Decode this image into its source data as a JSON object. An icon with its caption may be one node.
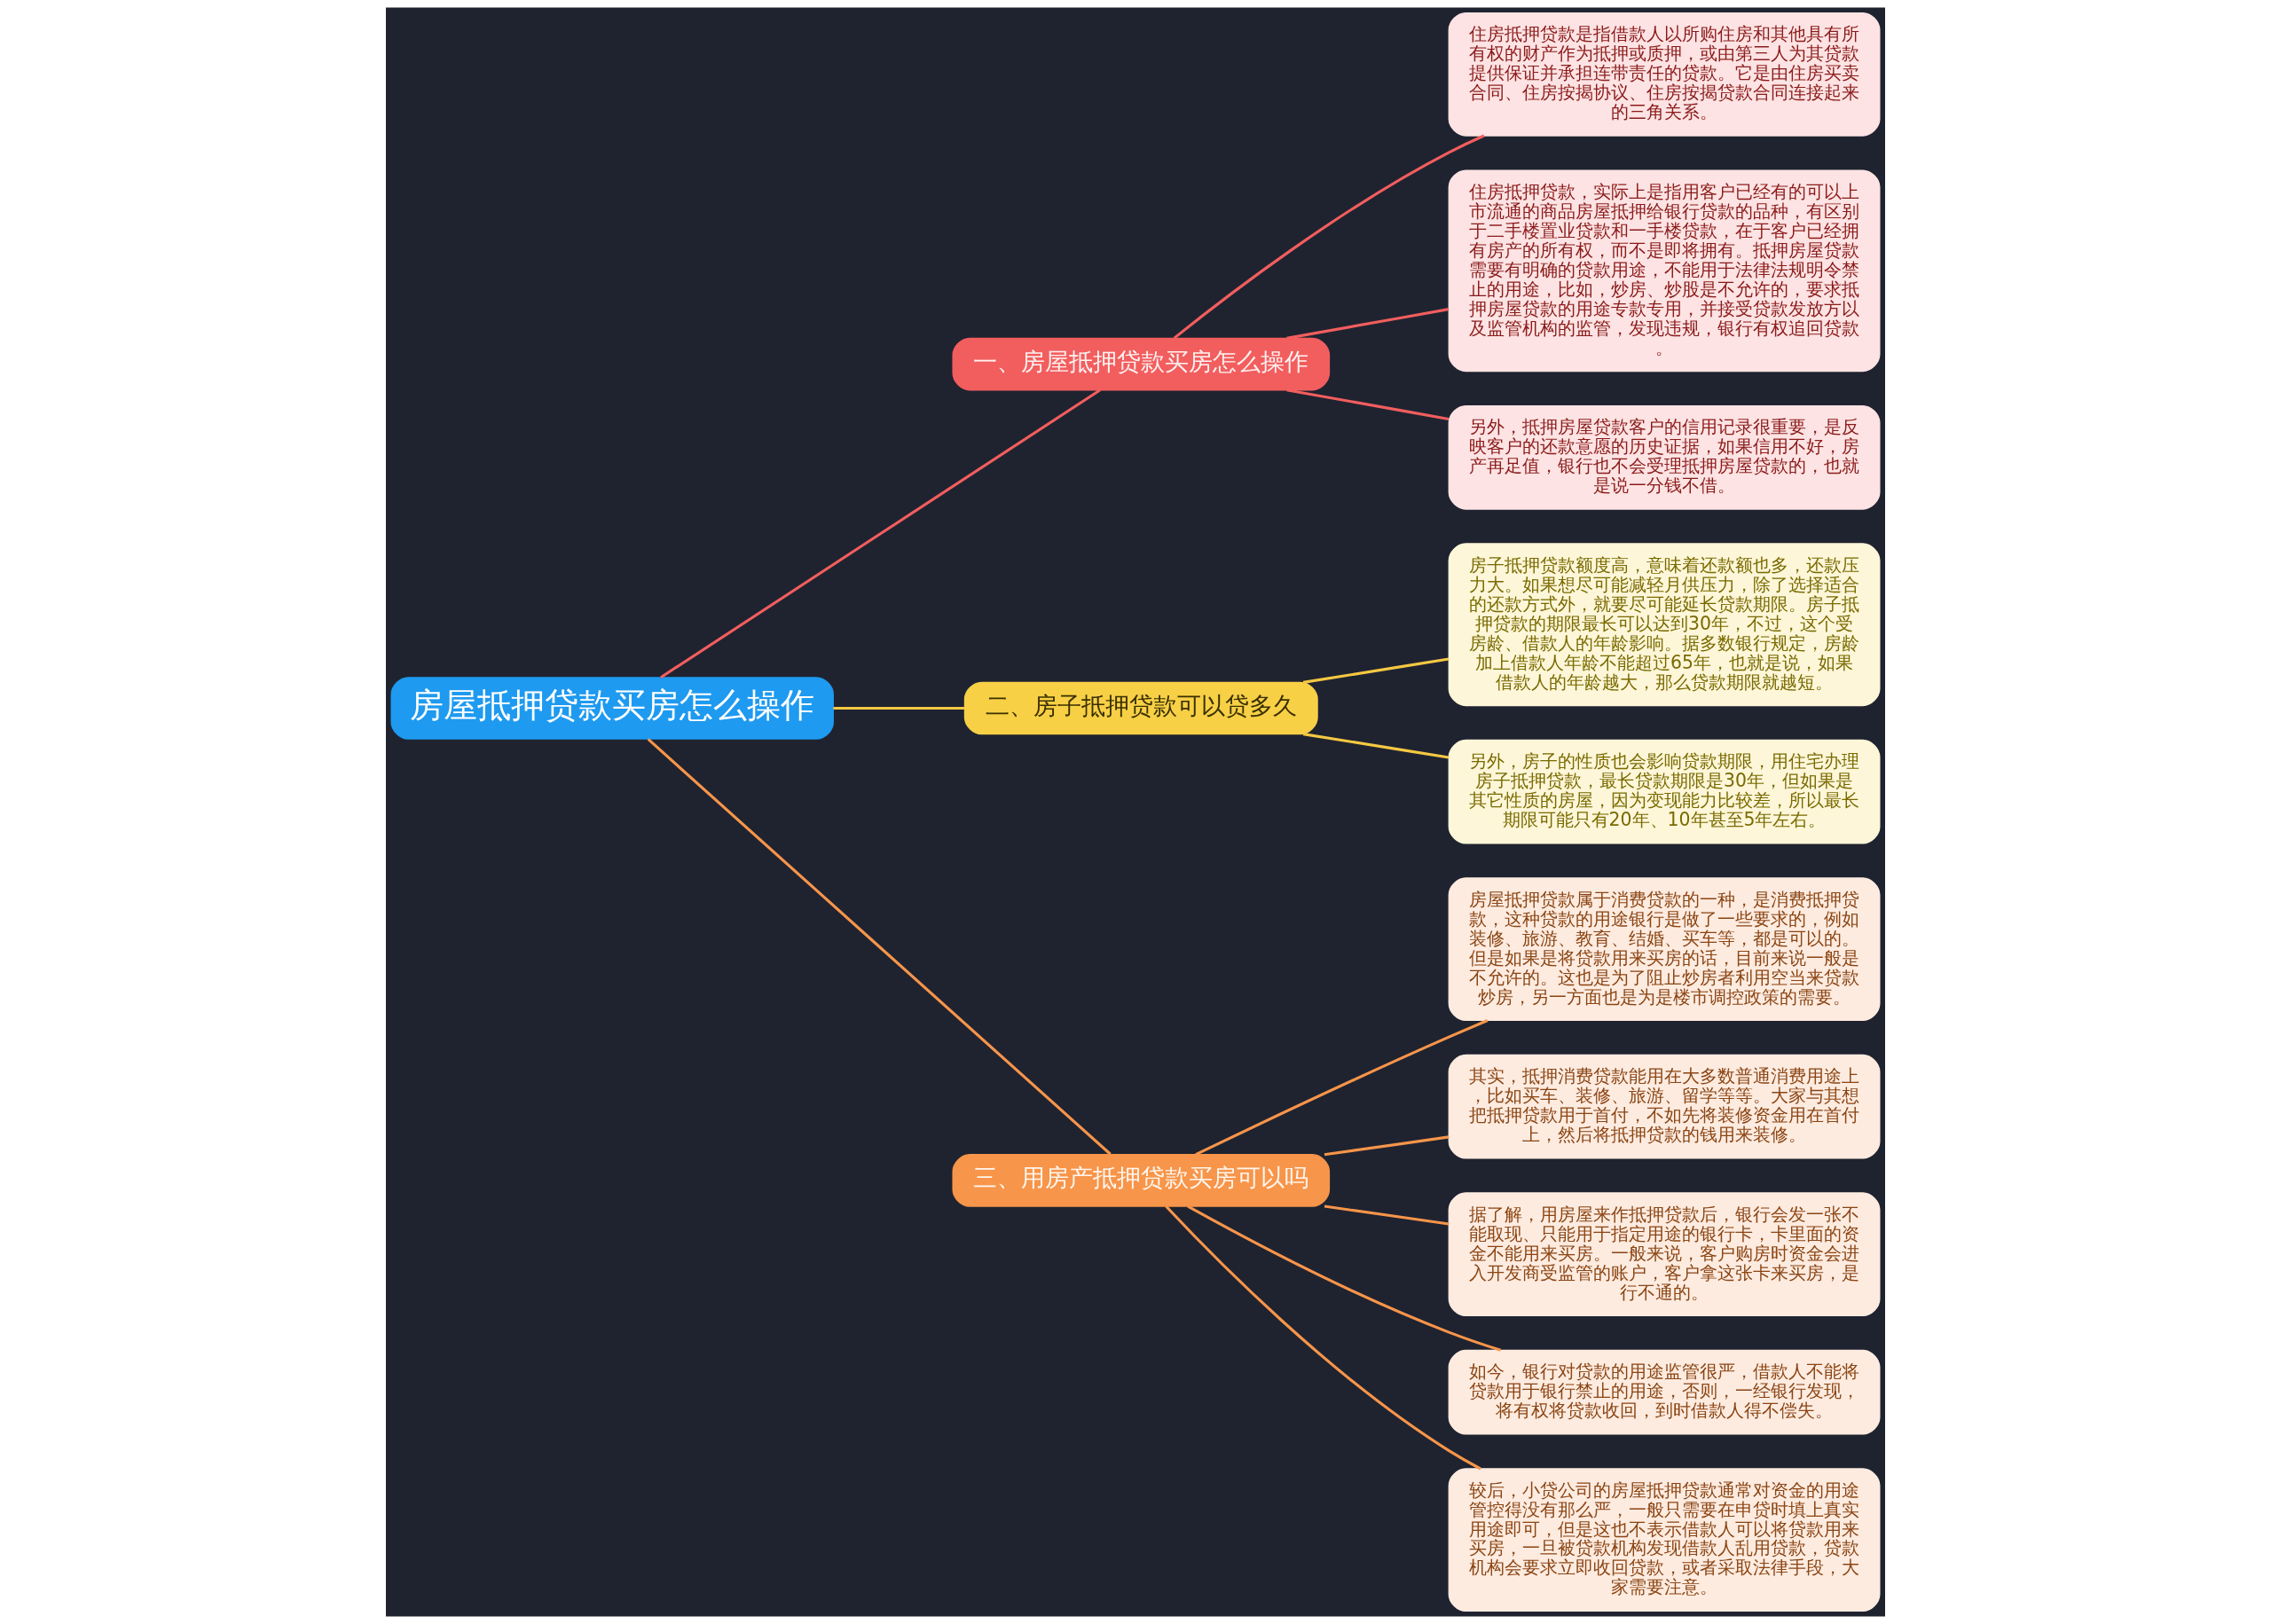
{
  "diagram": {
    "nodes": [
      {
        "text": [
          "房屋抵押贷款买房怎么操作"
        ]
      },
      {
        "text": [
          "一、房屋抵押贷款买房怎么操作"
        ]
      },
      {
        "text": [
          "住房抵押贷款是指借款人以所购住房和其他具有所有权的财产作为抵押或质押，或由第三人为其贷款提供保证并承担连带责任的贷款。它是由住房买卖合同、住房按揭协议、住房按揭贷款合同连接起来的三角关系。"
        ]
      },
      {
        "text": [
          "住房抵押贷款，实际上是指用客户已经有的可以上市流通的商品房屋抵押给银行贷款的品种，有区别于二手楼置业贷款和一手楼贷款，在于客户已经拥有房产的所有权，而不是即将拥有。抵押房屋贷款需要有明确的贷款用途，不能用于法律法规明令禁止的用途，比如，炒房、炒股是不允许的，要求抵押房屋贷款的用途专款专用，并接受贷款发放方以及监管机构的监管，发现违规，银行有权追回贷款。"
        ]
      },
      {
        "text": [
          "另外，抵押房屋贷款客户的信用记录很重要，是反映客户的还款意愿的历史证据，如果信用不好，房产再足值，银行也不会受理抵押房屋贷款的，也就是说一分钱不借。"
        ]
      },
      {
        "text": [
          "二、房子抵押贷款可以贷多久"
        ]
      },
      {
        "text": [
          "房子抵押贷款额度高，意味着还款额也多，还款压力大。如果想尽可能减轻月供压力，除了选择适合的还款方式外，就要尽可能延长贷款期限。房子抵押贷款的期限最长可以达到30年，不过，这个受房龄、借款人的年龄影响。据多数银行规定，房龄加上借款人年龄不能超过65年，也就是说，如果借款人的年龄越大，那么贷款期限就越短。"
        ]
      },
      {
        "text": [
          "另外，房子的性质也会影响贷款期限，用住宅办理房子抵押贷款，最长贷款期限是30年，但如果是其它性质的房屋，因为变现能力比较差，所以最长期限可能只有20年、10年甚至5年左右。"
        ]
      },
      {
        "text": [
          "三、用房产抵押贷款买房可以吗"
        ]
      },
      {
        "text": [
          "房屋抵押贷款属于消费贷款的一种，是消费抵押贷款，这种贷款的用途银行是做了一些要求的，例如装修、旅游、教育、结婚、买车等，都是可以的。但是如果是将贷款用来买房的话，目前来说一般是不允许的。这也是为了阻止炒房者利用空当来贷款炒房，另一方面也是为是楼市调控政策的需要。"
        ]
      },
      {
        "text": [
          "其实，抵押消费贷款能用在大多数普通消费用途上，比如买车、装修、旅游、留学等等。大家与其想把抵押贷款用于首付，不如先将装修资金用在首付上，然后将抵押贷款的钱用来装修。"
        ]
      },
      {
        "text": [
          "据了解，用房屋来作抵押贷款后，银行会发一张不能取现、只能用于指定用途的银行卡，卡里面的资金不能用来买房。一般来说，客户购房时资金会进入开发商受监管的账户，客户拿这张卡来买房，是行不通的。"
        ]
      },
      {
        "text": [
          "如今，银行对贷款的用途监管很严，借款人不能将贷款用于银行禁止的用途，否则，一经银行发现，将有权将贷款收回，到时借款人得不偿失。"
        ]
      },
      {
        "text": [
          "较后，小贷公司的房屋抵押贷款通常对资金的用途管控得没有那么严，一般只需要在申贷时填上真实用途即可，但是这也不表示借款人可以将贷款用来买房，一旦被贷款机构发现借款人乱用贷款，贷款机构会要求立即收回贷款，或者采取法律手段，大家需要注意。"
        ]
      }
    ],
    "edges": [
      {
        "from": 0,
        "to": 1,
        "arrow": "none",
        "color": "#f25e5e"
      },
      {
        "from": 1,
        "to": 2,
        "arrow": "none",
        "color": "#f25e5e"
      },
      {
        "from": 1,
        "to": 3,
        "arrow": "none",
        "color": "#f25e5e"
      },
      {
        "from": 1,
        "to": 4,
        "arrow": "none",
        "color": "#f25e5e"
      },
      {
        "from": 0,
        "to": 5,
        "arrow": "none",
        "color": "#f5c842"
      },
      {
        "from": 5,
        "to": 6,
        "arrow": "none",
        "color": "#f5c842"
      },
      {
        "from": 5,
        "to": 7,
        "arrow": "none",
        "color": "#f5c842"
      },
      {
        "from": 0,
        "to": 8,
        "arrow": "none",
        "color": "#f7954a"
      },
      {
        "from": 8,
        "to": 9,
        "arrow": "none",
        "color": "#f7954a"
      },
      {
        "from": 8,
        "to": 10,
        "arrow": "none",
        "color": "#f7954a"
      },
      {
        "from": 8,
        "to": 11,
        "arrow": "none",
        "color": "#f7954a"
      },
      {
        "from": 8,
        "to": 12,
        "arrow": "none",
        "color": "#f7954a"
      },
      {
        "from": 8,
        "to": 13,
        "arrow": "none",
        "color": "#f7954a"
      }
    ]
  }
}
